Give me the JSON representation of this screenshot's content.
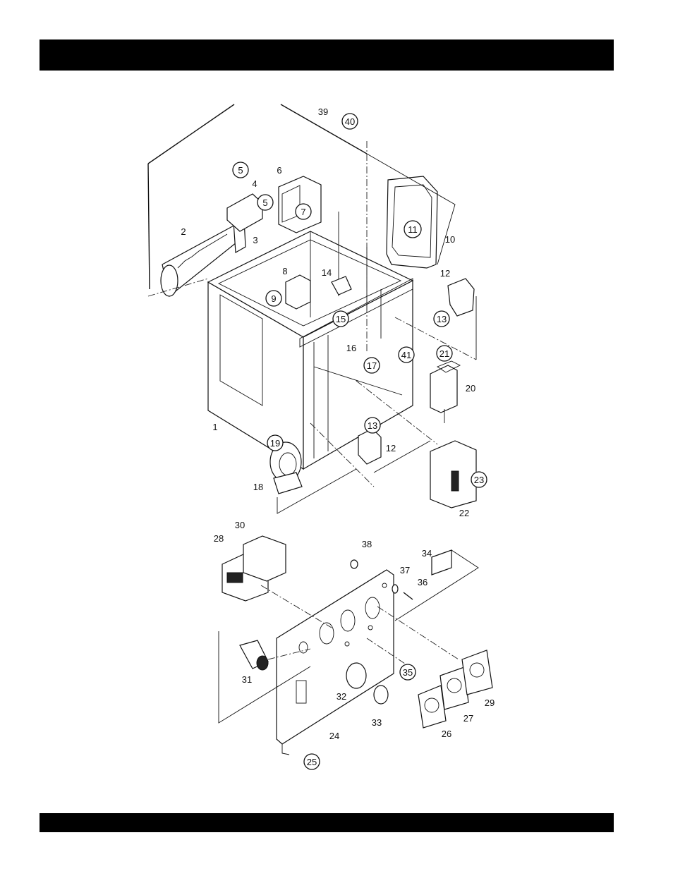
{
  "header_bar": {
    "text": ""
  },
  "footer_bar": {
    "text": ""
  },
  "diagram": {
    "type": "exploded-parts-view",
    "part_labels": [
      "1",
      "2",
      "3",
      "4",
      "5",
      "5",
      "6",
      "7",
      "8",
      "9",
      "10",
      "11",
      "12",
      "13",
      "14",
      "15",
      "16",
      "17",
      "18",
      "19",
      "20",
      "21",
      "22",
      "23",
      "12",
      "13",
      "24",
      "25",
      "26",
      "27",
      "28",
      "29",
      "30",
      "31",
      "32",
      "33",
      "34",
      "35",
      "36",
      "37",
      "38",
      "39",
      "40",
      "41"
    ],
    "circled_labels": [
      "5",
      "5",
      "7",
      "9",
      "11",
      "13",
      "13",
      "15",
      "17",
      "19",
      "21",
      "23",
      "25",
      "35",
      "40",
      "41"
    ],
    "line_color": "#111111",
    "background": "#ffffff"
  }
}
